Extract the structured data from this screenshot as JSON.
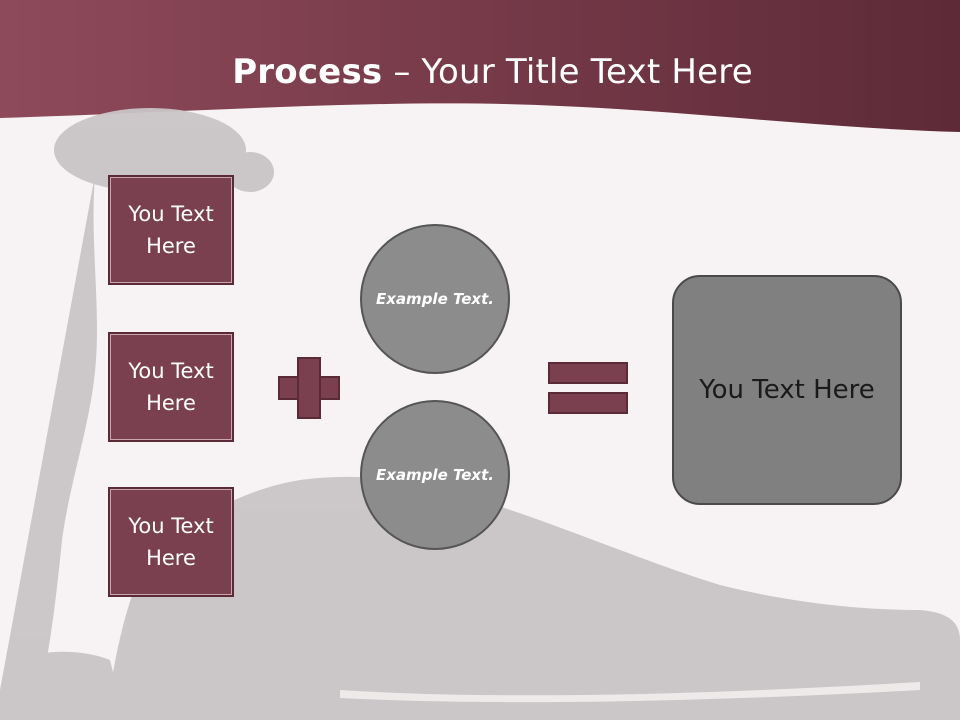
{
  "header": {
    "title_bold": "Process",
    "title_rest": " – Your Title Text Here"
  },
  "inputs": [
    {
      "label": "You Text Here"
    },
    {
      "label": "You Text Here"
    },
    {
      "label": "You Text Here"
    }
  ],
  "circles": [
    {
      "label": "Example Text."
    },
    {
      "label": "Example Text."
    }
  ],
  "result": {
    "label": "You Text Here"
  },
  "colors": {
    "header_dark": "#5e2a38",
    "header_light": "#8e4a5a",
    "box_fill": "#7a4050",
    "circle_fill": "#8c8c8c",
    "result_fill": "#808080",
    "background": "#f7f2f3"
  },
  "icons": [
    "plus-icon",
    "equals-icon"
  ]
}
